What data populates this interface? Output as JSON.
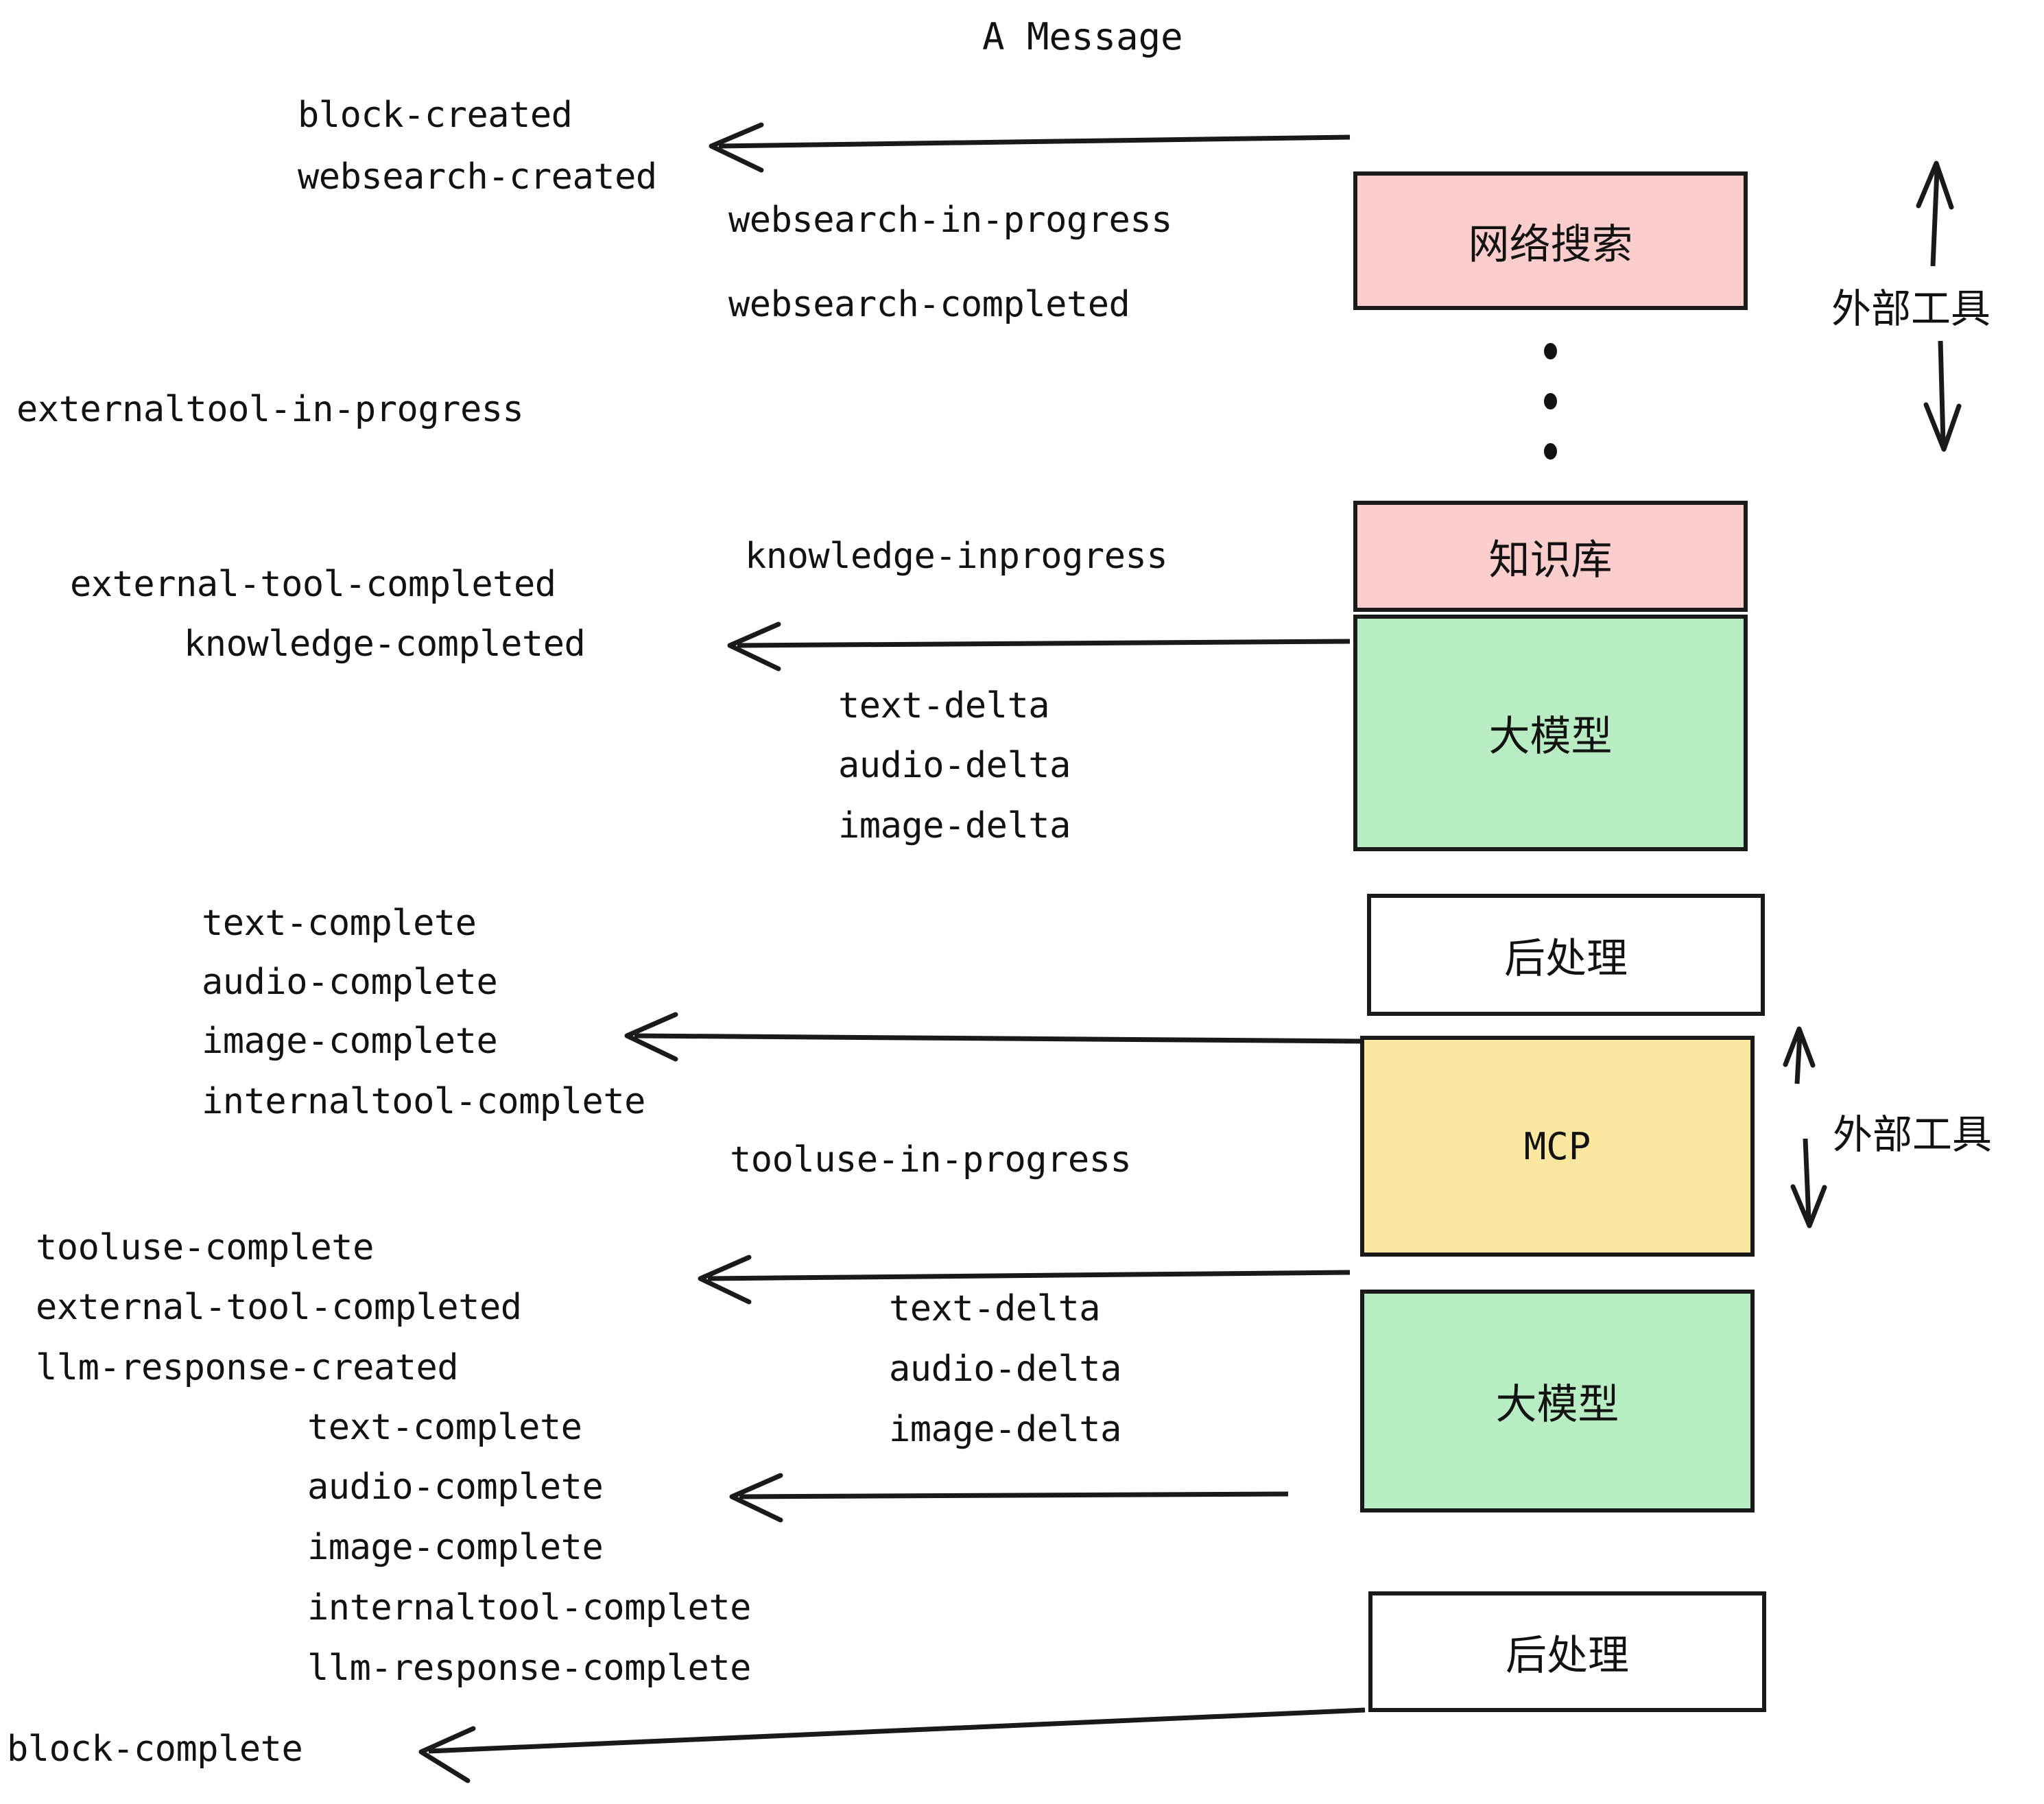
{
  "title": "A Message",
  "boxes": [
    {
      "label": "网络搜索",
      "color": "#fbcdcd",
      "kind": "websearch"
    },
    {
      "label": "知识库",
      "color": "#fbcdcd",
      "kind": "knowledge"
    },
    {
      "label": "大模型",
      "color": "#b8ecc2",
      "kind": "llm-1"
    },
    {
      "label": "后处理",
      "color": "#ffffff",
      "kind": "postprocess-1"
    },
    {
      "label": "MCP",
      "color": "#fbe79f",
      "kind": "mcp"
    },
    {
      "label": "大模型",
      "color": "#b8ecc2",
      "kind": "llm-2"
    },
    {
      "label": "后处理",
      "color": "#ffffff",
      "kind": "postprocess-2"
    }
  ],
  "side_labels": [
    {
      "text": "外部工具"
    },
    {
      "text": "外部工具"
    }
  ],
  "events": [
    {
      "text": "block-created"
    },
    {
      "text": "websearch-created"
    },
    {
      "text": "websearch-in-progress"
    },
    {
      "text": "websearch-completed"
    },
    {
      "text": "externaltool-in-progress"
    },
    {
      "text": "knowledge-inprogress"
    },
    {
      "text": "external-tool-completed"
    },
    {
      "text": "knowledge-completed"
    },
    {
      "text": "text-delta"
    },
    {
      "text": "audio-delta"
    },
    {
      "text": "image-delta"
    },
    {
      "text": "text-complete"
    },
    {
      "text": "audio-complete"
    },
    {
      "text": "image-complete"
    },
    {
      "text": "internaltool-complete"
    },
    {
      "text": "tooluse-in-progress"
    },
    {
      "text": "tooluse-complete"
    },
    {
      "text": "external-tool-completed"
    },
    {
      "text": "llm-response-created"
    },
    {
      "text": "text-delta"
    },
    {
      "text": "audio-delta"
    },
    {
      "text": "image-delta"
    },
    {
      "text": "text-complete"
    },
    {
      "text": "audio-complete"
    },
    {
      "text": "image-complete"
    },
    {
      "text": "internaltool-complete"
    },
    {
      "text": "llm-response-complete"
    },
    {
      "text": "block-complete"
    }
  ],
  "colors": {
    "ink": "#1a1a1a",
    "pink": "#fbcdcd",
    "green": "#b8ecc2",
    "yellow": "#fbe79f",
    "white": "#ffffff"
  }
}
